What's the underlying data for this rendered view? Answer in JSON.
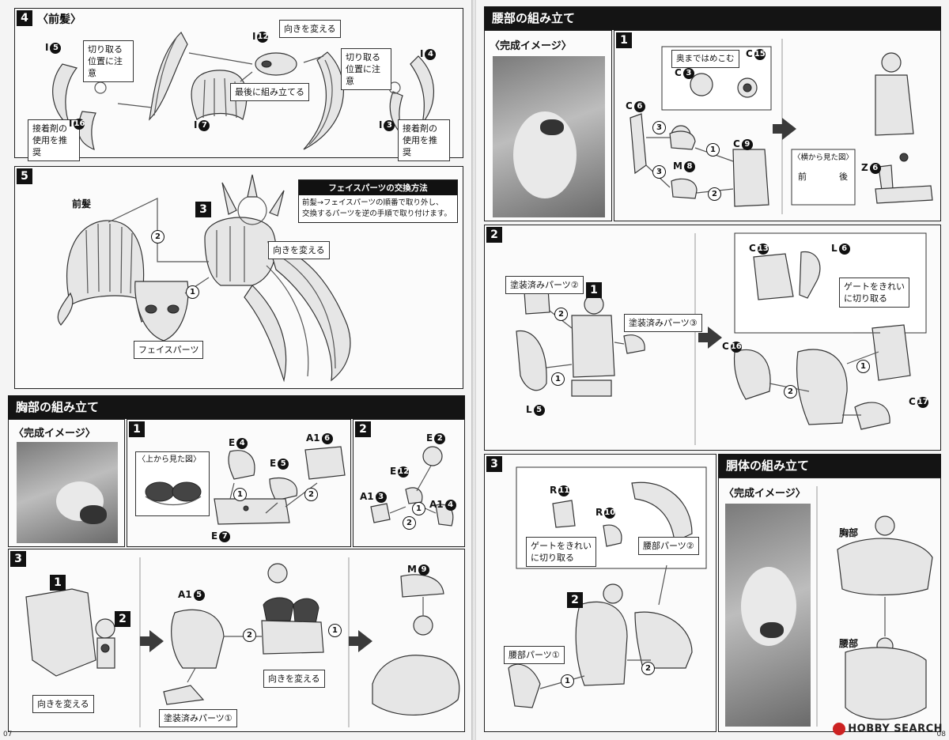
{
  "left_page": {
    "page_number": "07",
    "step4": {
      "num": "4",
      "title": "〈前髪〉",
      "parts": {
        "i5": "I",
        "i5_num": "5",
        "i16": "I",
        "i16_num": "16",
        "i12": "I",
        "i12_num": "12",
        "i7": "I",
        "i7_num": "7",
        "i4": "I",
        "i4_num": "4",
        "i3": "I",
        "i3_num": "3"
      },
      "callouts": {
        "cut_left": "切り取る\n位置に注意",
        "glue_left": "接着剤の\n使用を推奨",
        "rotate": "向きを変える",
        "last": "最後に組み立てる",
        "cut_right": "切り取る\n位置に注意",
        "glue_right": "接着剤の\n使用を推奨"
      }
    },
    "step5": {
      "num": "5",
      "label_bangs": "前髪",
      "label_three": "3",
      "label_rotate": "向きを変える",
      "label_face": "フェイスパーツ",
      "step_a": "2",
      "step_b": "1",
      "note_title": "フェイスパーツの交換方法",
      "note_body": "前髪→フェイスパーツの順番で取り外し、\n交換するパーツを逆の手順で取り付けます。"
    },
    "chest_section": {
      "banner": "胸部の組み立て",
      "image_title": "〈完成イメージ〉",
      "step1": {
        "num": "1",
        "top_view": "〈上から見た図〉",
        "e4": "E",
        "e4_num": "4",
        "e5": "E",
        "e5_num": "5",
        "a16": "A1",
        "a16_num": "6",
        "e7": "E",
        "e7_num": "7",
        "s1": "1",
        "s2": "2"
      },
      "step2": {
        "num": "2",
        "e2": "E",
        "e2_num": "2",
        "e12": "E",
        "e12_num": "12",
        "a13": "A1",
        "a13_num": "3",
        "a14": "A1",
        "a14_num": "4",
        "s1": "1",
        "s2": "2"
      },
      "step3": {
        "num": "3",
        "sub1": "1",
        "sub2": "2",
        "rotate1": "向きを変える",
        "a15": "A1",
        "a15_num": "5",
        "painted1": "塗装済みパーツ①",
        "rotate2": "向きを変える",
        "m9": "M",
        "m9_num": "9",
        "s1": "1",
        "s2": "2"
      }
    }
  },
  "right_page": {
    "page_number": "08",
    "waist_section": {
      "banner": "腰部の組み立て",
      "image_title": "〈完成イメージ〉",
      "step1": {
        "num": "1",
        "push_in": "奥まではめこむ",
        "c15": "C",
        "c15_num": "15",
        "c3": "C",
        "c3_num": "3",
        "c6": "C",
        "c6_num": "6",
        "c9": "C",
        "c9_num": "9",
        "m8": "M",
        "m8_num": "8",
        "side_view": "〈横から見た図〉",
        "front": "前",
        "back": "後",
        "z6": "Z",
        "z6_num": "6",
        "s1": "1",
        "s2": "2",
        "s3": "3"
      },
      "step2": {
        "num": "2",
        "painted2": "塗装済みパーツ②",
        "painted3": "塗装済みパーツ③",
        "sub1": "1",
        "l5": "L",
        "l5_num": "5",
        "c13": "C",
        "c13_num": "13",
        "l6": "L",
        "l6_num": "6",
        "gate": "ゲートをきれい\nに切り取る",
        "c16": "C",
        "c16_num": "16",
        "c17": "C",
        "c17_num": "17",
        "s1": "1",
        "s2": "2"
      },
      "step3": {
        "num": "3",
        "r11": "R",
        "r11_num": "11",
        "r10": "R",
        "r10_num": "10",
        "gate": "ゲートをきれい\nに切り取る",
        "waist2": "腰部パーツ②",
        "sub2": "2",
        "waist1": "腰部パーツ①",
        "s1": "1",
        "s2": "2"
      }
    },
    "torso_section": {
      "banner": "胴体の組み立て",
      "image_title": "〈完成イメージ〉",
      "chest": "胸部",
      "waist": "腰部"
    },
    "watermark": "HOBBY SEARCH"
  }
}
